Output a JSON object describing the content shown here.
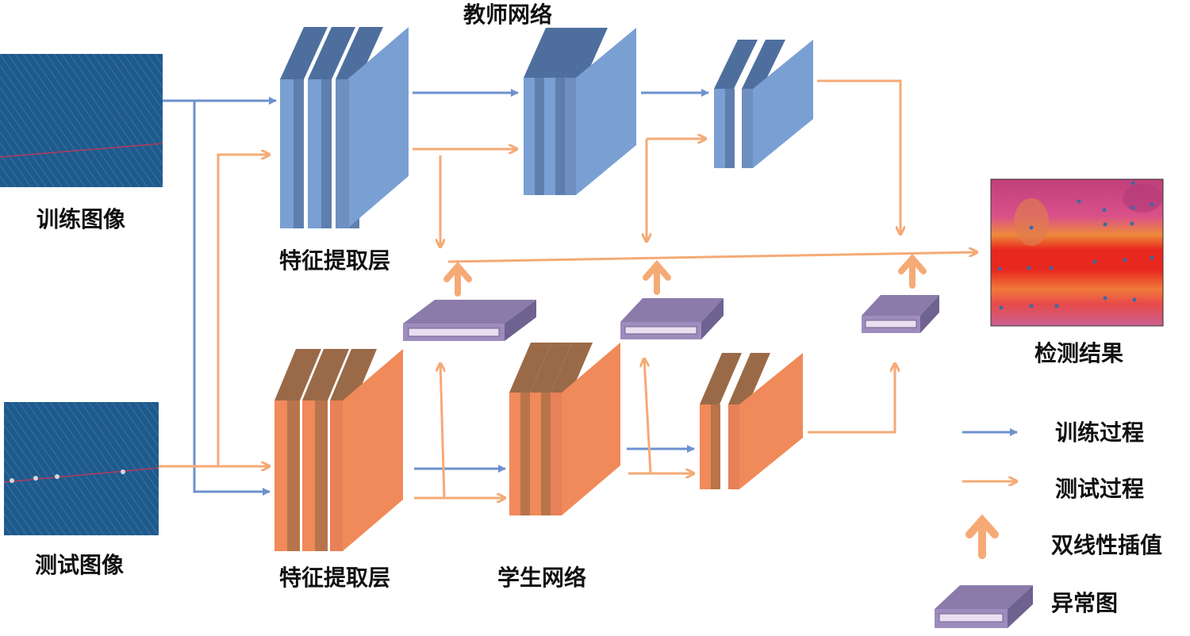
{
  "labels": {
    "teacher_network": "教师网络",
    "student_network": "学生网络",
    "train_image": "训练图像",
    "test_image": "测试图像",
    "feature_layer_top": "特征提取层",
    "feature_layer_bottom": "特征提取层",
    "detection_result": "检测结果"
  },
  "legend": {
    "train_process": "训练过程",
    "test_process": "测试过程",
    "bilinear_interp": "双线性插值",
    "anomaly_map": "异常图"
  },
  "colors": {
    "teacher_front": "#7a9fd3",
    "teacher_side": "#5e7fae",
    "teacher_top": "#4e6f9e",
    "student_front": "#f08a5a",
    "student_side": "#b8744a",
    "student_top": "#9a6a48",
    "train_arrow": "#6e91cf",
    "test_arrow": "#f5aa76",
    "anomaly_top": "#8a7bab",
    "anomaly_front": "#9d8cbd",
    "fabric": "#1f5a8c"
  }
}
